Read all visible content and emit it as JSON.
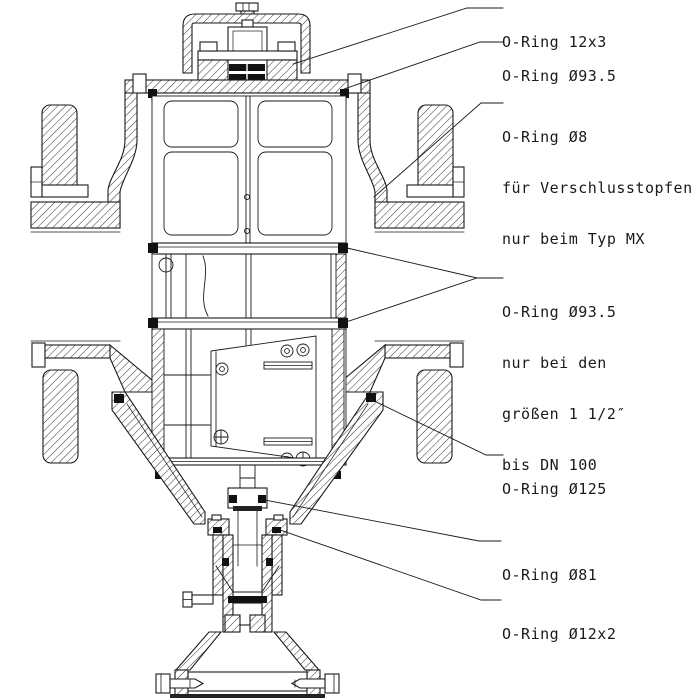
{
  "figure": {
    "kind": "valve cross-section drawing"
  },
  "colors": {
    "line": "#1a1a1a",
    "background": "#ffffff",
    "seal": "#111111"
  },
  "annotations": [
    {
      "id": "oring-12x3",
      "lines": [
        "O-Ring 12x3"
      ]
    },
    {
      "id": "oring-93-5-top",
      "lines": [
        "O-Ring Ø93.5"
      ]
    },
    {
      "id": "oring-8",
      "lines": [
        "O-Ring Ø8",
        "für Verschlusstopfen",
        "nur beim Typ MX"
      ]
    },
    {
      "id": "oring-93-5-mid",
      "lines": [
        "O-Ring Ø93.5",
        "nur bei den",
        "größen 1 1/2″",
        "bis DN 100"
      ]
    },
    {
      "id": "oring-125",
      "lines": [
        "O-Ring Ø125"
      ]
    },
    {
      "id": "oring-81",
      "lines": [
        "O-Ring Ø81"
      ]
    },
    {
      "id": "oring-12x2",
      "lines": [
        "O-Ring Ø12x2"
      ]
    }
  ]
}
